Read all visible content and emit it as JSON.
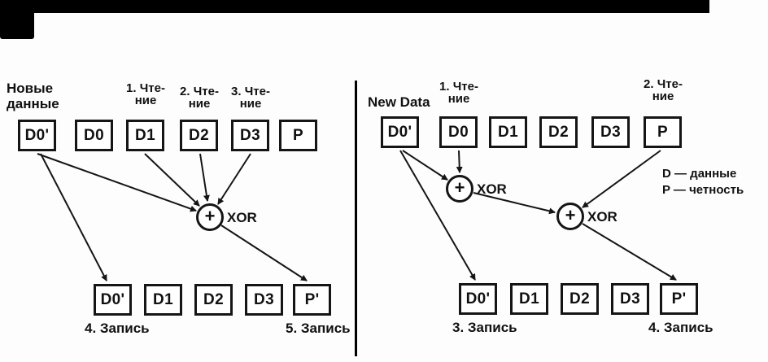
{
  "left": {
    "new_data_label": "Новые\nданные",
    "read_labels": [
      "1. Чте-\nние",
      "2. Чте-\nние",
      "3. Чте-\nние"
    ],
    "top_row": [
      "D0'",
      "D0",
      "D1",
      "D2",
      "D3",
      "P"
    ],
    "bottom_row": [
      "D0'",
      "D1",
      "D2",
      "D3",
      "P'"
    ],
    "xor_symbol": "+",
    "xor_label": "XOR",
    "write_labels": [
      "4. Запись",
      "5. Запись"
    ]
  },
  "right": {
    "new_data_label": "New Data",
    "read_labels": [
      "1. Чте-\nние",
      "2. Чте-\nние"
    ],
    "top_row": [
      "D0'",
      "D0",
      "D1",
      "D2",
      "D3",
      "P"
    ],
    "bottom_row": [
      "D0'",
      "D1",
      "D2",
      "D3",
      "P'"
    ],
    "xor_symbol": "+",
    "xor_labels": [
      "XOR",
      "XOR"
    ],
    "write_labels": [
      "3. Запись",
      "4. Запись"
    ],
    "legend": "D — данные\nP — четность"
  },
  "colors": {
    "ink": "#151515",
    "paper": "#fdfdfd"
  }
}
